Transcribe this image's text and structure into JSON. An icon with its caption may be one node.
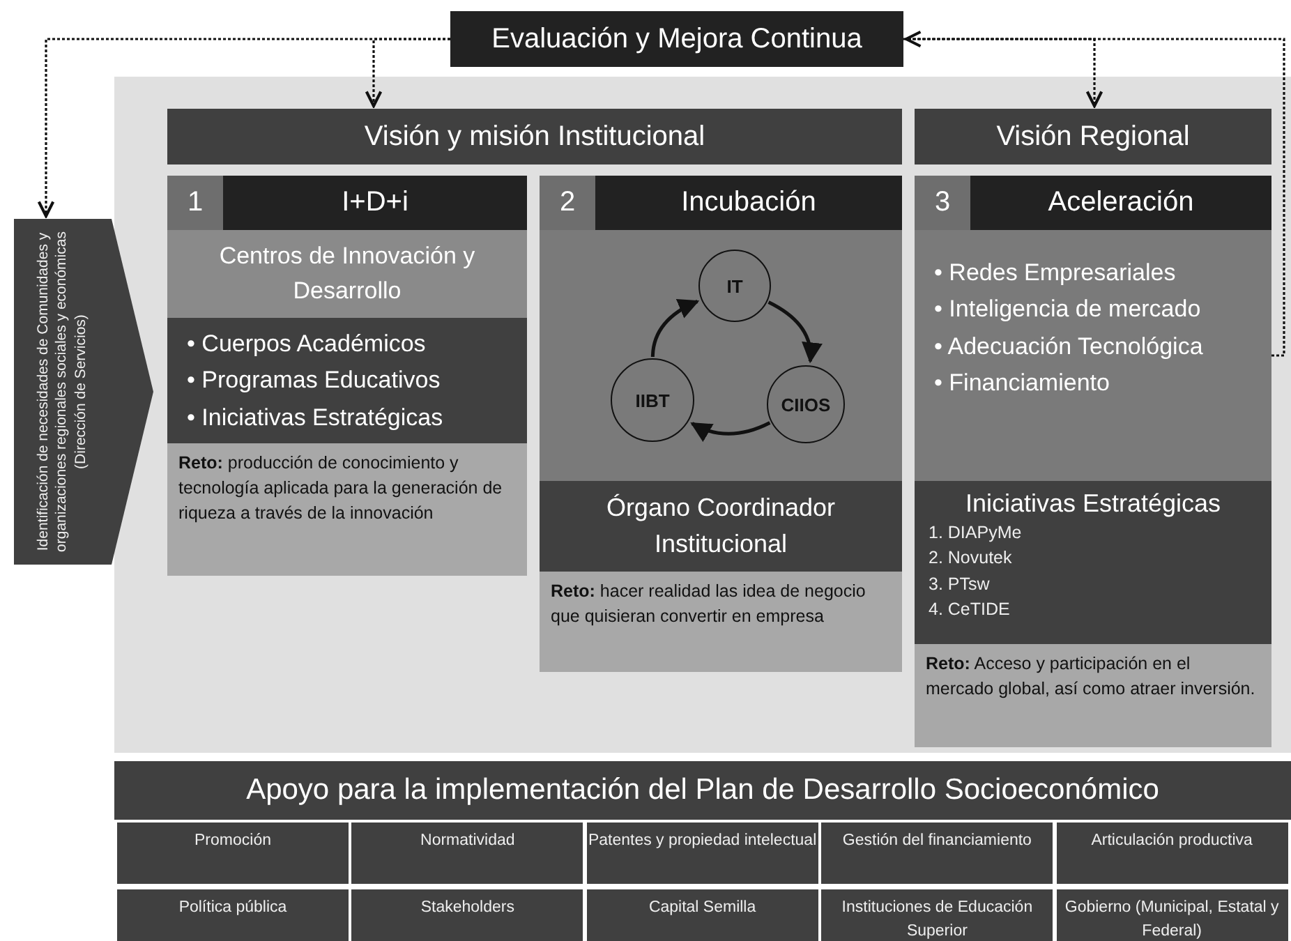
{
  "diagram": {
    "nodes": [
      {
        "text": [
          "Evaluación y Mejora Continua"
        ]
      },
      {
        "text": [
          "Identificación de necesidades de Comunidades y organizaciones regionales sociales y económicas (Dirección de Servicios)"
        ]
      },
      {
        "text": [
          "Visión y misión Institucional"
        ]
      },
      {
        "text": [
          "Visión Regional"
        ]
      },
      {
        "text": [
          "1",
          "I+D+i"
        ]
      },
      {
        "text": [
          "Centros de Innovación y Desarrollo"
        ],
        "in": 4
      },
      {
        "text": [
          "• Cuerpos Académicos",
          "• Programas Educativos",
          "• Iniciativas Estratégicas"
        ],
        "in": 4
      },
      {
        "text": [
          "**Reto:** producción de conocimiento y tecnología aplicada para la generación de riqueza a través de la innovación"
        ],
        "in": 4
      },
      {
        "text": [
          "2",
          "Incubación"
        ]
      },
      {
        "text": [
          "IT"
        ],
        "in": 8
      },
      {
        "text": [
          "CIIOS"
        ],
        "in": 8
      },
      {
        "text": [
          "IIBT"
        ],
        "in": 8
      },
      {
        "text": [
          "Órgano Coordinador Institucional"
        ],
        "in": 8
      },
      {
        "text": [
          "**Reto:** hacer realidad las idea de negocio que quisieran convertir en empresa"
        ],
        "in": 8
      },
      {
        "text": [
          "3",
          "Aceleración"
        ]
      },
      {
        "text": [
          "• Redes Empresariales",
          "• Inteligencia de mercado",
          "• Adecuación Tecnológica",
          "• Financiamiento"
        ],
        "in": 14
      },
      {
        "text": [
          "Iniciativas Estratégicas",
          "1. DIAPyMe",
          "2. Novutek",
          "3. PTsw",
          "4. CeTIDE"
        ],
        "in": 14
      },
      {
        "text": [
          "**Reto:** Acceso y participación en el mercado global, así como atraer inversión."
        ],
        "in": 14
      },
      {
        "text": [
          "Apoyo para la implementación del Plan de Desarrollo Socioeconómico"
        ]
      },
      {
        "text": [
          "Promoción"
        ],
        "in": 18
      },
      {
        "text": [
          "Normatividad"
        ],
        "in": 18
      },
      {
        "text": [
          "Patentes y propiedad intelectual"
        ],
        "in": 18
      },
      {
        "text": [
          "Gestión del financiamiento"
        ],
        "in": 18
      },
      {
        "text": [
          "Articulación productiva"
        ],
        "in": 18
      },
      {
        "text": [
          "Política pública"
        ],
        "in": 18
      },
      {
        "text": [
          "Stakeholders"
        ],
        "in": 18
      },
      {
        "text": [
          "Capital Semilla"
        ],
        "in": 18
      },
      {
        "text": [
          "Instituciones de Educación Superior"
        ],
        "in": 18
      },
      {
        "text": [
          "Gobierno (Municipal, Estatal y Federal)"
        ],
        "in": 18
      }
    ],
    "edges": [
      {
        "from": 0,
        "to": 1,
        "arrow": "to",
        "style": "dashed"
      },
      {
        "from": 0,
        "to": 2,
        "arrow": "to",
        "style": "dashed"
      },
      {
        "from": 15,
        "to": 0,
        "arrow": "to",
        "style": "dashed"
      },
      {
        "from": 0,
        "to": 3,
        "arrow": "to",
        "style": "dashed"
      },
      {
        "from": 9,
        "to": 10,
        "arrow": "to"
      },
      {
        "from": 10,
        "to": 11,
        "arrow": "to"
      },
      {
        "from": 11,
        "to": 9,
        "arrow": "to"
      }
    ]
  }
}
